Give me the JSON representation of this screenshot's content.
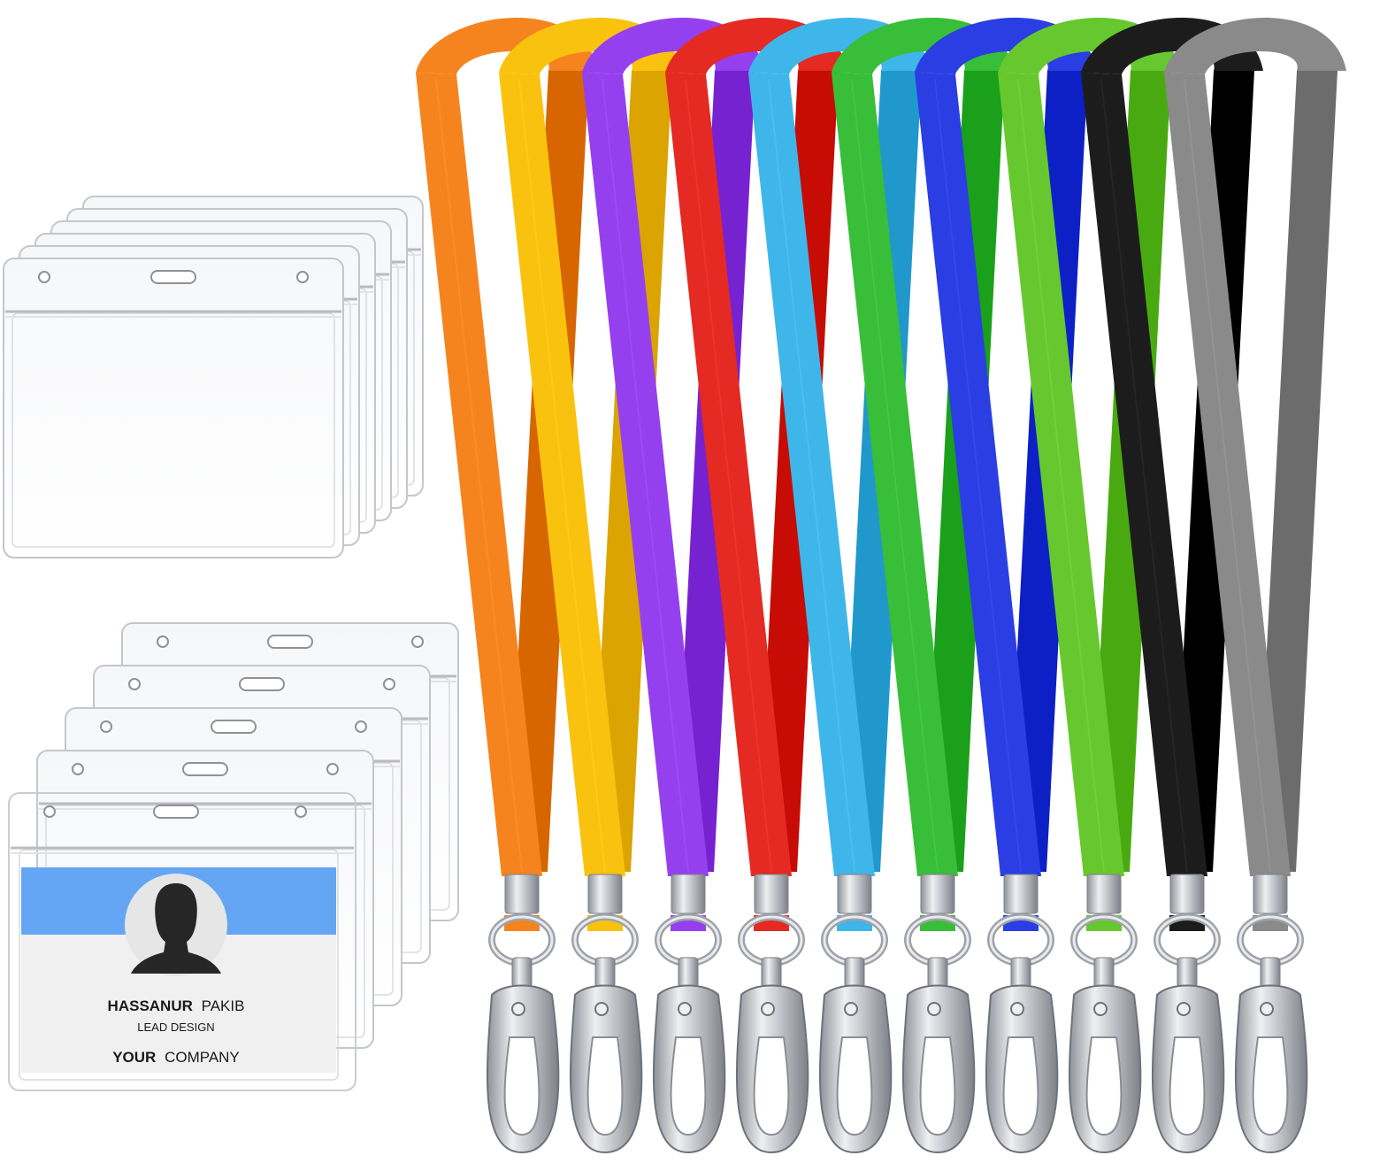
{
  "product_image": {
    "badge_card": {
      "name_first": "HASSANUR",
      "name_last": "PAKIB",
      "role": "LEAD DESIGN",
      "company_bold": "YOUR",
      "company_rest": "COMPANY",
      "header_color": "#64a6f4",
      "body_color": "#f0f0f0",
      "avatar_bg": "#e6e6e6",
      "avatar_silhouette": "#262626"
    },
    "badge_holders": {
      "upper_stack_count": 6,
      "lower_stack_count": 5,
      "orientation": "horizontal",
      "material": "clear"
    },
    "lanyards": [
      {
        "color_name": "orange",
        "color": "#f5841f"
      },
      {
        "color_name": "yellow",
        "color": "#f9c20f"
      },
      {
        "color_name": "purple",
        "color": "#9540ef"
      },
      {
        "color_name": "red",
        "color": "#e42a22"
      },
      {
        "color_name": "sky-blue",
        "color": "#3fb6ea"
      },
      {
        "color_name": "green",
        "color": "#38be38"
      },
      {
        "color_name": "blue",
        "color": "#2a3ee3"
      },
      {
        "color_name": "lime-green",
        "color": "#66c82e"
      },
      {
        "color_name": "black",
        "color": "#1c1c1c"
      },
      {
        "color_name": "gray",
        "color": "#8a8a8a"
      }
    ],
    "hardware": {
      "type": "swivel lobster claw clip",
      "metal_color": "#c4c7cc"
    }
  }
}
